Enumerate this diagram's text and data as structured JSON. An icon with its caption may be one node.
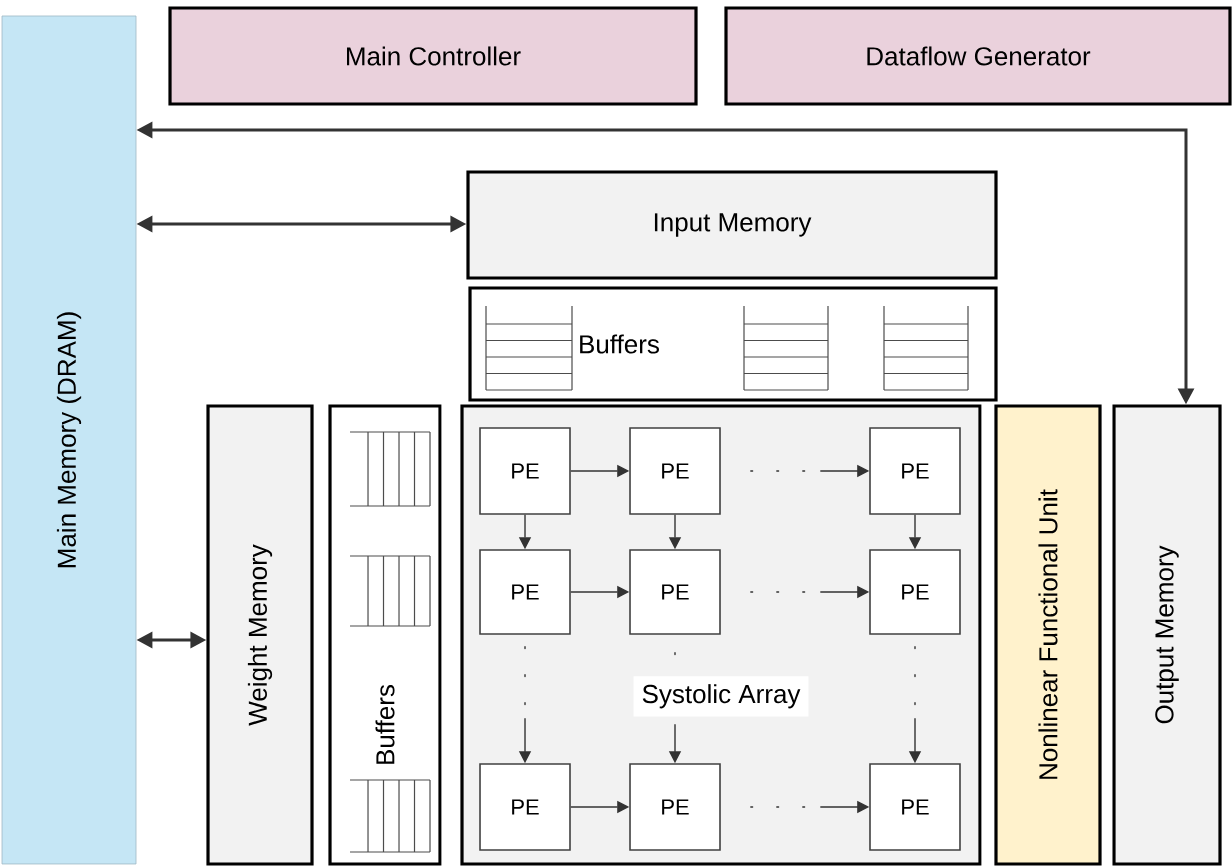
{
  "diagram": {
    "nodes": [
      {
        "text": [
          "Main Memory (DRAM)"
        ]
      },
      {
        "text": [
          "Main Controller"
        ]
      },
      {
        "text": [
          "Dataflow Generator"
        ]
      },
      {
        "text": [
          "Input Memory"
        ]
      },
      {
        "text": [
          "Buffers"
        ]
      },
      {
        "text": [
          "Weight Memory"
        ]
      },
      {
        "text": [
          "Buffers"
        ]
      },
      {
        "text": [
          "Systolic Array"
        ]
      },
      {
        "text": [
          "PE"
        ],
        "in": 7
      },
      {
        "text": [
          "PE"
        ],
        "in": 7
      },
      {
        "text": [
          "PE"
        ],
        "in": 7
      },
      {
        "text": [
          "PE"
        ],
        "in": 7
      },
      {
        "text": [
          "PE"
        ],
        "in": 7
      },
      {
        "text": [
          "PE"
        ],
        "in": 7
      },
      {
        "text": [
          "PE"
        ],
        "in": 7
      },
      {
        "text": [
          "PE"
        ],
        "in": 7
      },
      {
        "text": [
          "PE"
        ],
        "in": 7
      },
      {
        "text": [
          "Nonlinear Functional Unit"
        ]
      },
      {
        "text": [
          "Output Memory"
        ]
      }
    ],
    "edges": [
      {
        "from": 0,
        "to": 3,
        "arrow": "both"
      },
      {
        "from": 0,
        "to": 18,
        "arrow": "both"
      },
      {
        "from": 0,
        "to": 5,
        "arrow": "both"
      },
      {
        "from": 8,
        "to": 9,
        "arrow": "to"
      },
      {
        "from": 9,
        "to": 10,
        "arrow": "to",
        "style": "dashed"
      },
      {
        "from": 11,
        "to": 12,
        "arrow": "to"
      },
      {
        "from": 12,
        "to": 13,
        "arrow": "to",
        "style": "dashed"
      },
      {
        "from": 14,
        "to": 15,
        "arrow": "to"
      },
      {
        "from": 15,
        "to": 16,
        "arrow": "to",
        "style": "dashed"
      },
      {
        "from": 8,
        "to": 11,
        "arrow": "to"
      },
      {
        "from": 11,
        "to": 14,
        "arrow": "to",
        "style": "dashed"
      },
      {
        "from": 9,
        "to": 12,
        "arrow": "to"
      },
      {
        "from": 12,
        "to": 15,
        "arrow": "to",
        "style": "dashed"
      },
      {
        "from": 10,
        "to": 13,
        "arrow": "to"
      },
      {
        "from": 13,
        "to": 16,
        "arrow": "to",
        "style": "dashed"
      }
    ]
  }
}
